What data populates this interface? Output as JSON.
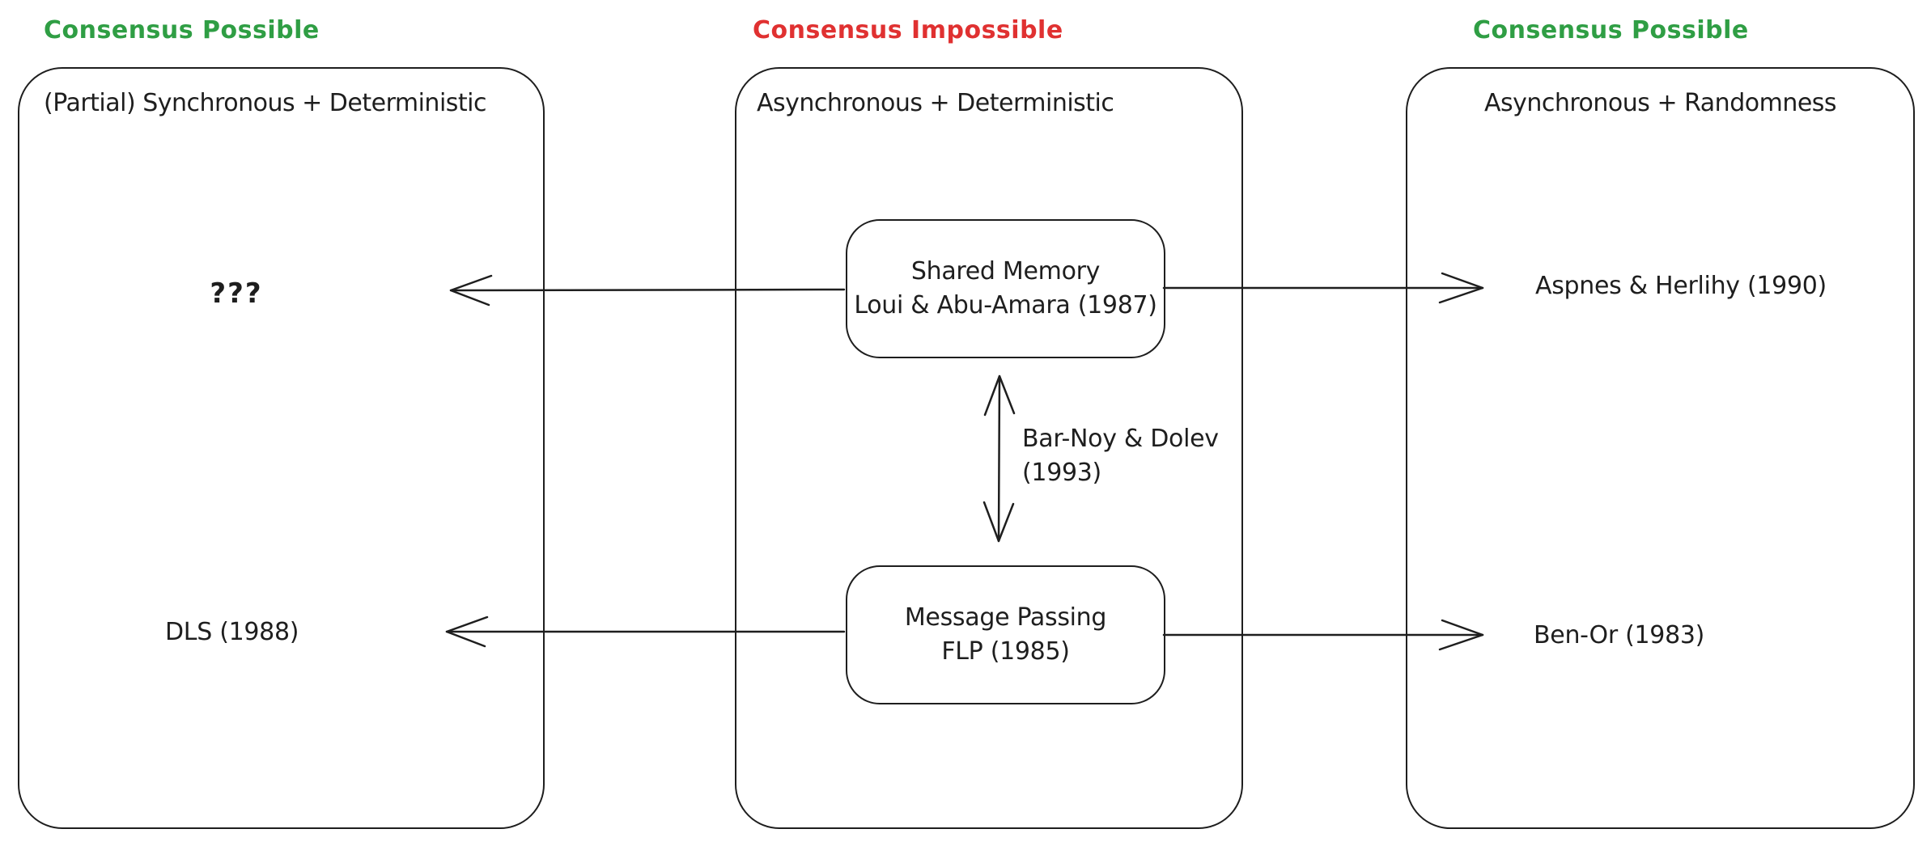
{
  "diagram": {
    "columns": {
      "left": {
        "label": "Consensus Possible",
        "title": "(Partial) Synchronous + Deterministic",
        "item_top": "???",
        "item_bottom": "DLS (1988)"
      },
      "middle": {
        "label": "Consensus Impossible",
        "title": "Asynchronous + Deterministic",
        "node_top_line1": "Shared Memory",
        "node_top_line2": "Loui & Abu-Amara (1987)",
        "node_bottom_line1": "Message Passing",
        "node_bottom_line2": "FLP (1985)",
        "edge_label_line1": "Bar-Noy & Dolev",
        "edge_label_line2": "(1993)"
      },
      "right": {
        "label": "Consensus Possible",
        "title": "Asynchronous + Randomness",
        "item_top": "Aspnes & Herlihy (1990)",
        "item_bottom": "Ben-Or (1983)"
      }
    },
    "colors": {
      "possible_green": "#2f9e44",
      "impossible_red": "#e03131",
      "stroke_black": "#1e1e1e",
      "background": "#ffffff"
    }
  }
}
